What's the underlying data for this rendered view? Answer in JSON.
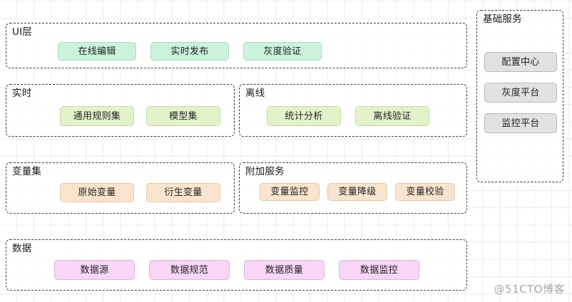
{
  "diagram": {
    "background": "#ffffff",
    "grid_color": "#ebebeb",
    "watermark": "@51CTO博客",
    "groups": [
      {
        "id": "ui",
        "title": "UI层",
        "color": "#ccf2dc",
        "nodes": [
          "在线编辑",
          "实时发布",
          "灰度验证"
        ]
      },
      {
        "id": "realtime",
        "title": "实时",
        "color": "#e3f3c9",
        "nodes": [
          "通用规则集",
          "模型集"
        ]
      },
      {
        "id": "offline",
        "title": "离线",
        "color": "#e3f3c9",
        "nodes": [
          "统计分析",
          "离线验证"
        ]
      },
      {
        "id": "varset",
        "title": "变量集",
        "color": "#fae4cd",
        "nodes": [
          "原始变量",
          "衍生变量"
        ]
      },
      {
        "id": "addon",
        "title": "附加服务",
        "color": "#fae4cd",
        "nodes": [
          "变量监控",
          "变量降级",
          "变量校验"
        ]
      },
      {
        "id": "data",
        "title": "数据",
        "color": "#f9d6f6",
        "nodes": [
          "数据源",
          "数据规范",
          "数据质量",
          "数据监控"
        ]
      },
      {
        "id": "basic",
        "title": "基础服务",
        "color": "#e2e2e2",
        "nodes": [
          "配置中心",
          "灰度平台",
          "监控平台"
        ]
      }
    ]
  }
}
